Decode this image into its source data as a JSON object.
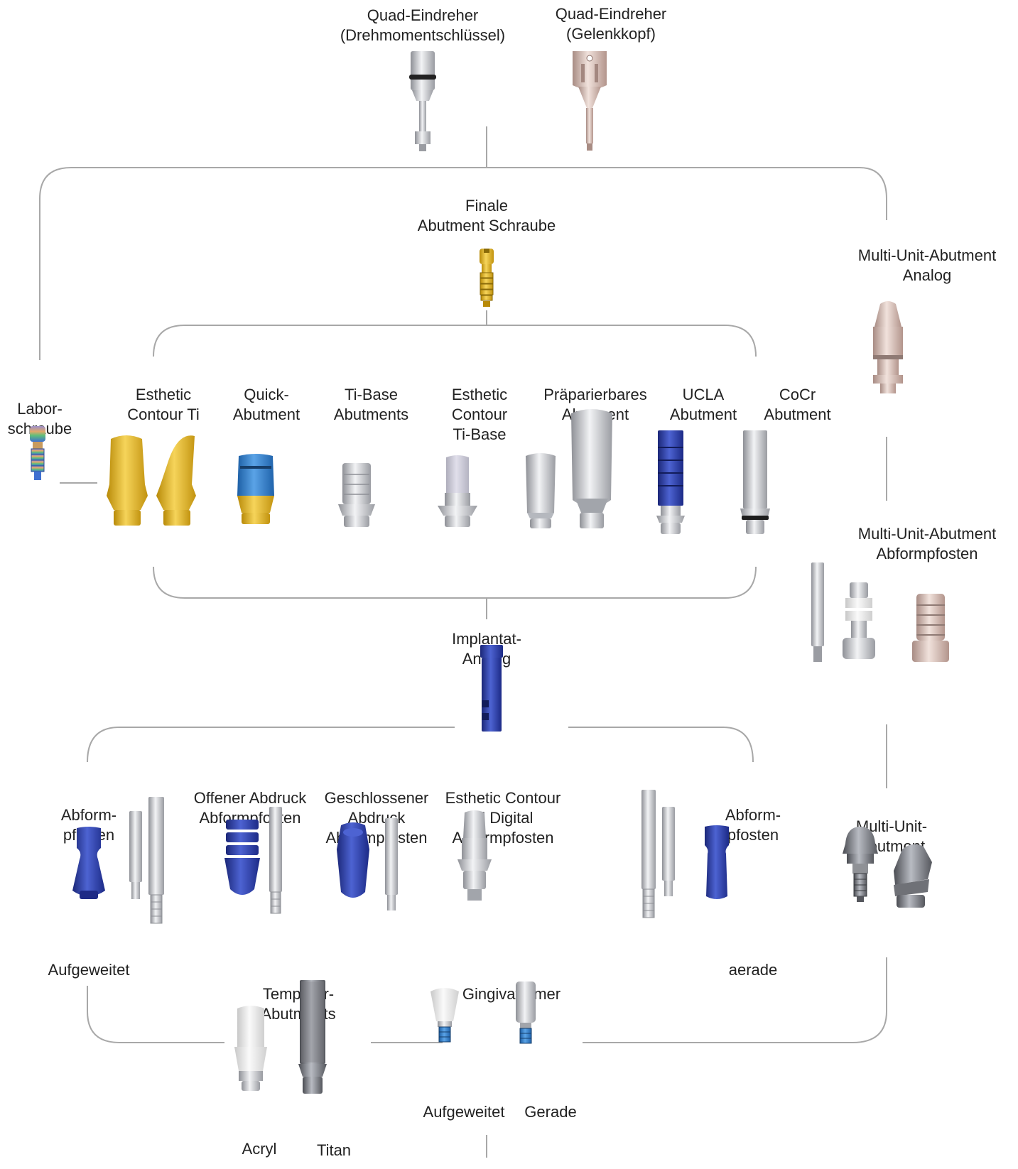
{
  "labels": {
    "quad_torque": "Quad-Eindreher\n(Drehmomentschlüssel)",
    "quad_joint": "Quad-Eindreher\n(Gelenkkopf)",
    "final_screw": "Finale\nAbutment Schraube",
    "mua_analog": "Multi-Unit-Abutment\nAnalog",
    "lab_screw": "Labor-\nschraube",
    "esthetic_contour_ti": "Esthetic\nContour Ti",
    "quick_abutment": "Quick-\nAbutment",
    "ti_base": "Ti-Base\nAbutments",
    "esthetic_contour_tibase": "Esthetic\nContour\nTi-Base",
    "preparable": "Präparierbares\nAbutment",
    "ucla": "UCLA\nAbutment",
    "cocr": "CoCr\nAbutment",
    "mua_impression": "Multi-Unit-Abutment\nAbformpfosten",
    "implant_analog": "Implantat-\nAnalog",
    "imp_post_left": "Abform-\npfosten",
    "open_tray": "Offener Abdruck\nAbformpfosten",
    "closed_tray": "Geschlossener\nAbdruck\nAbformpfosten",
    "ect_digital": "Esthetic Contour\nTi Digital\nAbformpfosten",
    "imp_post_right": "Abform-\npfosten",
    "multi_unit": "Multi-Unit-\nAbutment",
    "flared_left": "Aufgeweitet",
    "straight_right": "aerade",
    "temporary": "Temporär-\nAbutments",
    "healing": "Gingivaformer",
    "acryl": "Acryl",
    "titan": "Titan",
    "healing_flared": "Aufgeweitet",
    "healing_straight": "Gerade"
  },
  "colors": {
    "line": "#a8a8a8",
    "gold": "#e2b21c",
    "blue": "#2a3ea8",
    "steel": "#c9cbcf",
    "rose": "#d9bfb7"
  }
}
